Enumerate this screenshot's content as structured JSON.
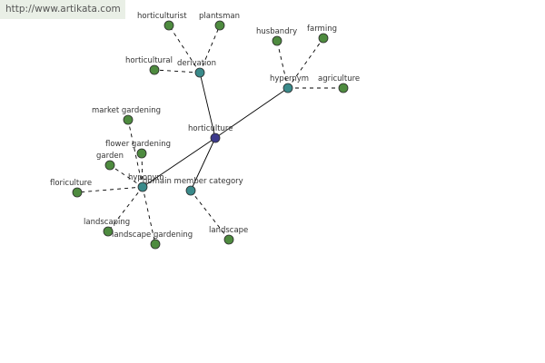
{
  "site": {
    "url": "http://www.artikata.com"
  },
  "colors": {
    "root": "#3d3a8c",
    "relation": "#3a8a8a",
    "term": "#4e8b3f",
    "watermark_bg": "#e9efe6"
  },
  "graph": {
    "nodes": [
      {
        "id": "horticulture",
        "label": "horticulture",
        "kind": "root"
      },
      {
        "id": "derivation",
        "label": "derivation",
        "kind": "relation"
      },
      {
        "id": "hypernym1",
        "label": "hypernym",
        "kind": "relation"
      },
      {
        "id": "hyponym",
        "label": "hyponym",
        "kind": "relation"
      },
      {
        "id": "domain",
        "label": "domain member category",
        "kind": "relation"
      },
      {
        "id": "horticulturist",
        "label": "horticulturist",
        "kind": "term"
      },
      {
        "id": "plantsman",
        "label": "plantsman",
        "kind": "term"
      },
      {
        "id": "horticultural",
        "label": "horticultural",
        "kind": "term"
      },
      {
        "id": "husbandry",
        "label": "husbandry",
        "kind": "term"
      },
      {
        "id": "farming",
        "label": "farming",
        "kind": "term"
      },
      {
        "id": "agriculture",
        "label": "agriculture",
        "kind": "term"
      },
      {
        "id": "market_gardening",
        "label": "market gardening",
        "kind": "term"
      },
      {
        "id": "flower_gardening",
        "label": "flower gardening",
        "kind": "term"
      },
      {
        "id": "garden",
        "label": "garden",
        "kind": "term"
      },
      {
        "id": "floriculture",
        "label": "floriculture",
        "kind": "term"
      },
      {
        "id": "landscaping",
        "label": "landscaping",
        "kind": "term"
      },
      {
        "id": "landscape_gardening",
        "label": "landscape gardening",
        "kind": "term"
      },
      {
        "id": "landscape",
        "label": "landscape",
        "kind": "term"
      }
    ],
    "edges": [
      {
        "from": "horticulture",
        "to": "derivation",
        "style": "solid"
      },
      {
        "from": "horticulture",
        "to": "hypernym1",
        "style": "solid"
      },
      {
        "from": "horticulture",
        "to": "hyponym",
        "style": "solid"
      },
      {
        "from": "horticulture",
        "to": "domain",
        "style": "solid"
      },
      {
        "from": "derivation",
        "to": "horticulturist",
        "style": "dashed"
      },
      {
        "from": "derivation",
        "to": "plantsman",
        "style": "dashed"
      },
      {
        "from": "derivation",
        "to": "horticultural",
        "style": "dashed"
      },
      {
        "from": "hypernym1",
        "to": "husbandry",
        "style": "dashed"
      },
      {
        "from": "hypernym1",
        "to": "farming",
        "style": "dashed"
      },
      {
        "from": "hypernym1",
        "to": "agriculture",
        "style": "dashed"
      },
      {
        "from": "hyponym",
        "to": "market_gardening",
        "style": "dashed"
      },
      {
        "from": "hyponym",
        "to": "flower_gardening",
        "style": "dashed"
      },
      {
        "from": "hyponym",
        "to": "garden",
        "style": "dashed"
      },
      {
        "from": "hyponym",
        "to": "floriculture",
        "style": "dashed"
      },
      {
        "from": "hyponym",
        "to": "landscaping",
        "style": "dashed"
      },
      {
        "from": "hyponym",
        "to": "landscape_gardening",
        "style": "dashed"
      },
      {
        "from": "domain",
        "to": "landscape",
        "style": "dashed"
      }
    ]
  }
}
